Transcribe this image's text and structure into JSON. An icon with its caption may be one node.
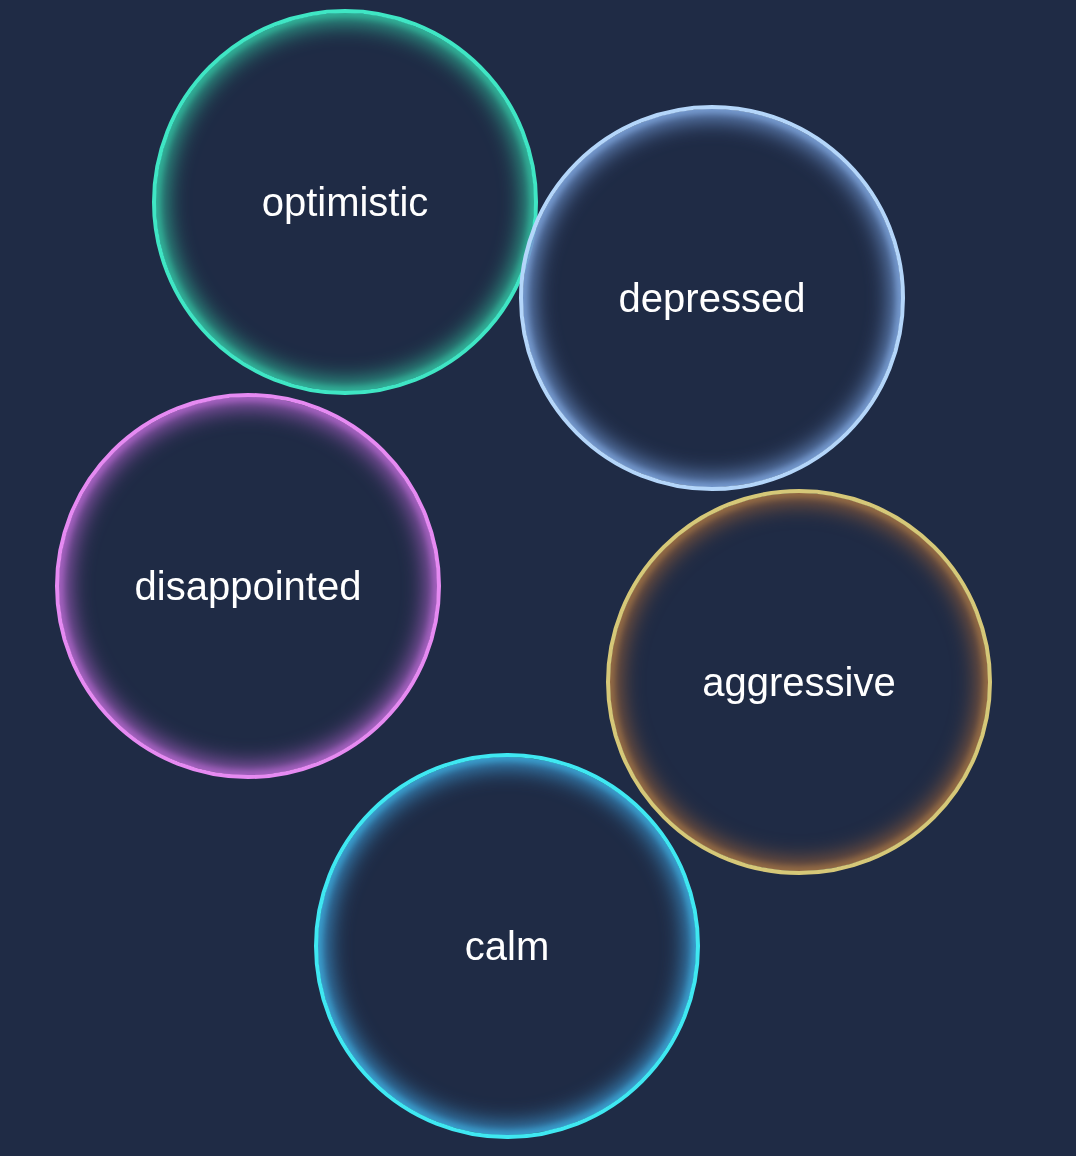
{
  "diagram": {
    "nodes": [
      {
        "text": [
          "optimistic"
        ]
      },
      {
        "text": [
          "depressed"
        ]
      },
      {
        "text": [
          "disappointed"
        ]
      },
      {
        "text": [
          "aggressive"
        ]
      },
      {
        "text": [
          "calm"
        ]
      }
    ]
  }
}
